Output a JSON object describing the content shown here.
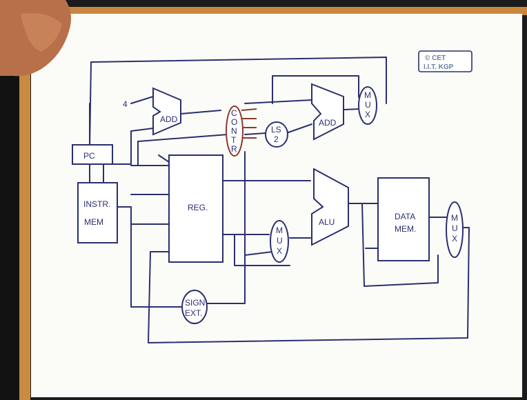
{
  "diagram": {
    "blocks": {
      "pc": "PC",
      "instr_mem_line1": "INSTR.",
      "instr_mem_line2": "MEM",
      "reg": "REG.",
      "alu": "ALU",
      "data_mem_line1": "DATA",
      "data_mem_line2": "MEM.",
      "add1": "ADD",
      "add2": "ADD",
      "ls2_line1": "LS",
      "ls2_line2": "2",
      "control": [
        "C",
        "O",
        "N",
        "T",
        "R"
      ],
      "mux_top": [
        "M",
        "U",
        "X"
      ],
      "mux_alu": [
        "M",
        "U",
        "X"
      ],
      "mux_out": [
        "M",
        "U",
        "X"
      ],
      "sign_ext_line1": "SIGN",
      "sign_ext_line2": "EXT."
    },
    "constant_four": "4",
    "copyright_line1": "© CET",
    "copyright_line2": "I.I.T. KGP"
  }
}
